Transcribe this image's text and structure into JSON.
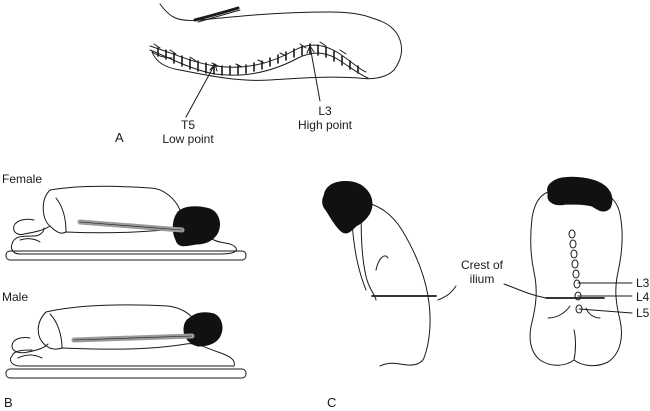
{
  "panels": {
    "a": "A",
    "b": "B",
    "c": "C"
  },
  "spine_labels": {
    "low_vertebra": "T5",
    "low_text": "Low point",
    "high_vertebra": "L3",
    "high_text": "High point"
  },
  "positions": {
    "female": "Female",
    "male": "Male"
  },
  "landmarks": {
    "crest_line1": "Crest of",
    "crest_line2": "ilium",
    "l3": "L3",
    "l4": "L4",
    "l5": "L5"
  },
  "colors": {
    "line": "#1a1a1a",
    "skin": "#ffffff",
    "hair": "#111111",
    "needle": "#9a9a9a"
  }
}
